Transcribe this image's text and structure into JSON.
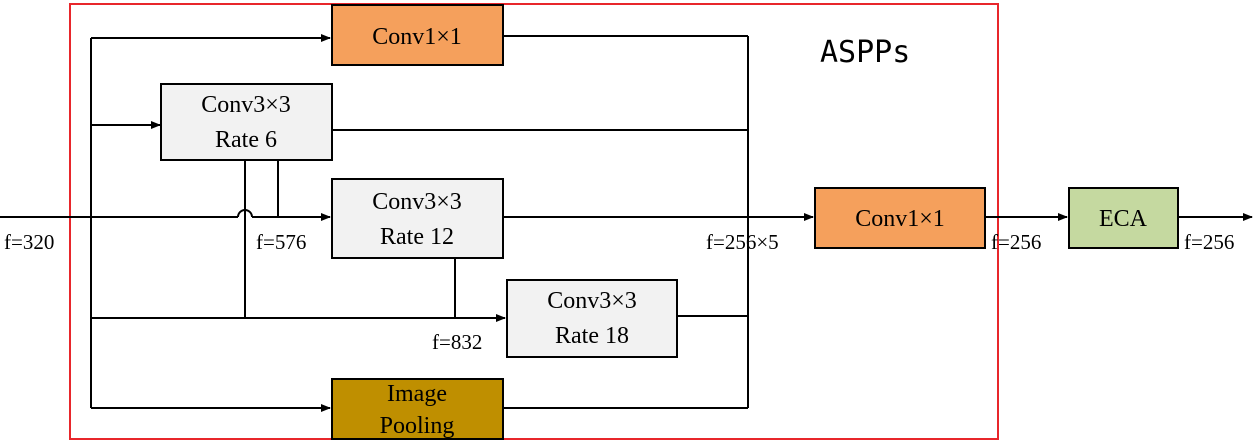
{
  "module_title": "ASPPs",
  "colors": {
    "frame": "#e8262b",
    "orange": "#f5a05c",
    "gray": "#f2f2f2",
    "gold": "#bf8f00",
    "green": "#c5d9a0"
  },
  "boxes": {
    "conv1x1_top": {
      "line1": "Conv1×1"
    },
    "conv3x3_rate6": {
      "line1": "Conv3×3",
      "line2": "Rate 6"
    },
    "conv3x3_rate12": {
      "line1": "Conv3×3",
      "line2": "Rate 12"
    },
    "conv3x3_rate18": {
      "line1": "Conv3×3",
      "line2": "Rate 18"
    },
    "image_pooling": {
      "line1": "Image",
      "line2": "Pooling"
    },
    "conv1x1_out": {
      "line1": "Conv1×1"
    },
    "eca": {
      "line1": "ECA"
    }
  },
  "labels": {
    "f_input": "f=320",
    "f_576": "f=576",
    "f_832": "f=832",
    "f_concat": "f=256×5",
    "f_after_conv": "f=256",
    "f_output": "f=256"
  }
}
